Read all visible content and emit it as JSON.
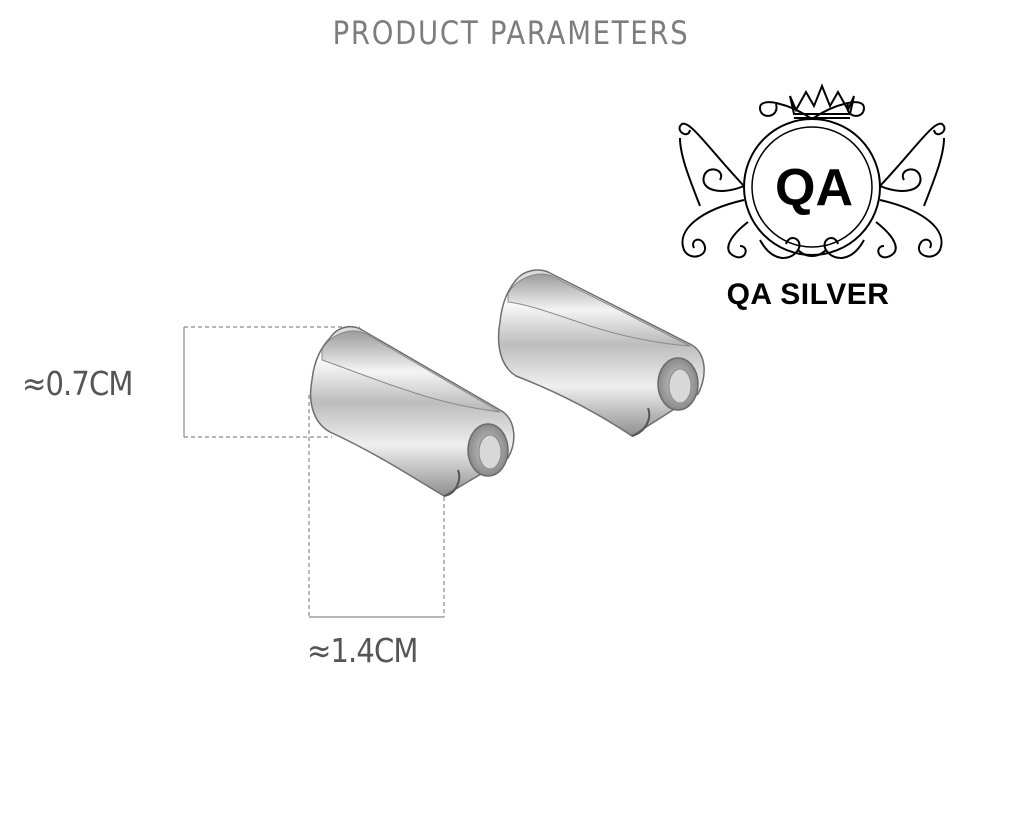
{
  "header": {
    "title": "PRODUCT PARAMETERS"
  },
  "dimensions": {
    "height_label": "≈0.7CM",
    "width_label": "≈1.4CM"
  },
  "logo": {
    "initials": "QA",
    "brand_name": "QA SILVER"
  },
  "product": {
    "name_icon": "silver-ear-cuff-icon",
    "count": 2
  },
  "colors": {
    "title": "#7d7d7d",
    "dimension_text": "#555555",
    "logo": "#000000",
    "metal_light": "#f2f2f2",
    "metal_dark": "#8a8a8a"
  }
}
